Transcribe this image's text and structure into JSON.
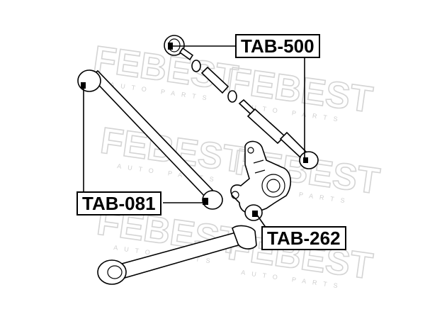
{
  "labels": {
    "tab500": "TAB-500",
    "tab081": "TAB-081",
    "tab262": "TAB-262"
  },
  "watermark": {
    "brand": "FEBEST",
    "sub": "AUTO PARTS"
  },
  "colors": {
    "line": "#000000",
    "watermark": "#d4d4d4",
    "background": "#ffffff"
  }
}
